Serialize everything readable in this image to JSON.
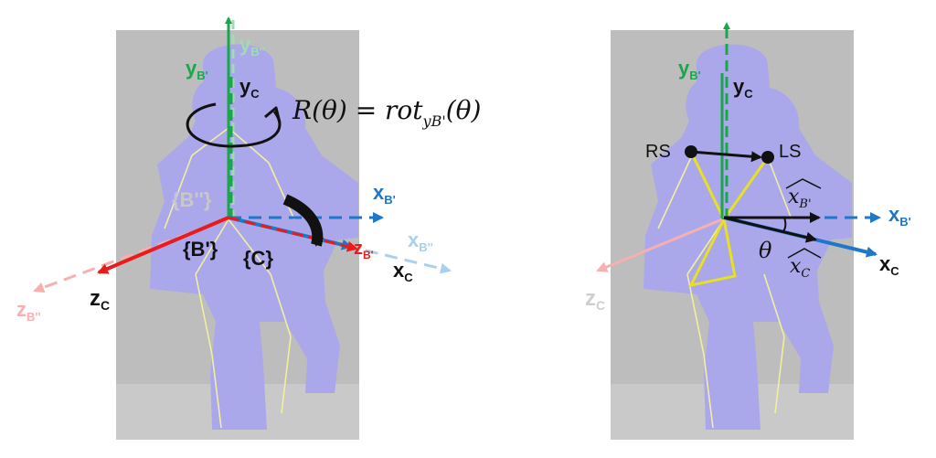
{
  "left_panel": {
    "labels": {
      "y_b2": "y",
      "y_b2_sub": "B''",
      "y_b1": "y",
      "y_b1_sub": "B'",
      "y_c": "y",
      "y_c_sub": "C",
      "rotation": "R(θ) = rot",
      "rotation_sub": "yB'",
      "rotation_tail": "(θ)",
      "frame_b2": "{B''}",
      "frame_b1": "{B'}",
      "frame_c": "{C}",
      "x_b1": "x",
      "x_b1_sub": "B'",
      "x_b2": "x",
      "x_b2_sub": "B''",
      "z_b1": "z",
      "z_b1_sub": "B'",
      "x_c": "x",
      "x_c_sub": "C",
      "z_c": "z",
      "z_c_sub": "C",
      "z_b2": "z",
      "z_b2_sub": "B''"
    }
  },
  "right_panel": {
    "labels": {
      "y_b1": "y",
      "y_b1_sub": "B'",
      "y_c": "y",
      "y_c_sub": "C",
      "rs": "RS",
      "ls": "LS",
      "x_b1_hat": "x",
      "x_b1_hat_sub": "B'",
      "theta": "θ",
      "x_c_hat": "x",
      "x_c_hat_sub": "C",
      "x_b1": "x",
      "x_b1_sub": "B'",
      "x_c": "x",
      "x_c_sub": "C",
      "z_c": "z",
      "z_c_sub": "C"
    }
  },
  "colors": {
    "green": "#1aa64a",
    "light_green": "#9fdcb0",
    "blue": "#1f77c8",
    "light_blue": "#a9d0ec",
    "red": "#e81c1c",
    "light_red": "#f6b0b0",
    "skeleton": "#f2eea0",
    "yellow": "#e8e020",
    "body": "#aaa8ea",
    "bg": "#bdbdbd"
  }
}
